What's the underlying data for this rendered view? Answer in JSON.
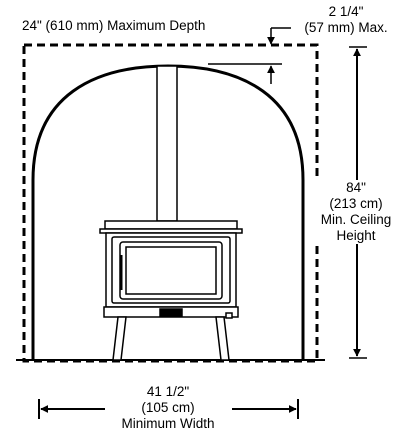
{
  "labels": {
    "depth": "24\" (610 mm) Maximum Depth",
    "clearance_value": "2 1/4\"",
    "clearance_metric": "(57 mm) Max.",
    "height_value": "84\"",
    "height_metric": "(213 cm)",
    "height_label_1": "Min. Ceiling",
    "height_label_2": "Height",
    "width_value": "41 1/2\"",
    "width_metric": "(105 cm)",
    "width_label": "Minimum Width"
  },
  "colors": {
    "line": "#000000",
    "background": "#ffffff"
  }
}
